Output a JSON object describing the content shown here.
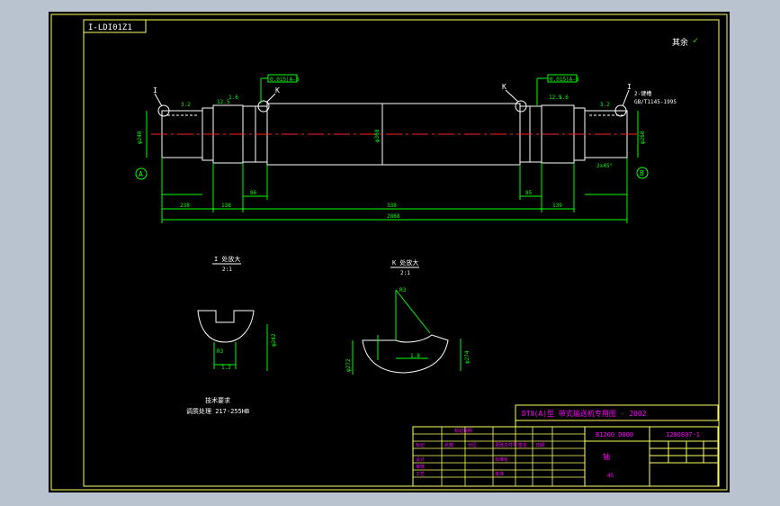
{
  "colors": {
    "frame_bg": "#b9c3d0",
    "paper": "#000000",
    "border": "#ffff66",
    "outline": "#ffffff",
    "dimension": "#00ff00",
    "text_cyan": "#00ffff",
    "text_magenta": "#ff00ff",
    "centerline": "#ff2020"
  },
  "header": {
    "drawing_code_box": "I-LDI01Z1",
    "top_right_note": "其余"
  },
  "shaft_view": {
    "datum_left": "A",
    "datum_right": "B",
    "detail_callout_left": "I",
    "detail_callout_right": "K",
    "detail_callout_mid_left": "K",
    "detail_callout_mid_right": "I",
    "tolerance_left": "0.015|A-B",
    "tolerance_right": "0.015|A-B",
    "keyway_note_1": "2-键槽",
    "keyway_note_2": "GB/T1145-1995",
    "dim_overall": "2868",
    "dim_span_center": "338",
    "dim_left_a": "238",
    "dim_left_b": "138",
    "dim_right_a": "139",
    "dim_left_small": "86",
    "dim_right_small": "85",
    "diam_center": "φ368",
    "diam_left_journal": "φ240",
    "diam_right_journal": "φ260",
    "roughness_1": "1.6",
    "roughness_2": "3.2",
    "roughness_3": "12.5",
    "chamfer": "2x45°"
  },
  "detail_i": {
    "title": "I 处放大",
    "scale": "2:1",
    "dim_a": "R3",
    "dim_b": "φ242",
    "dim_c": "1.2"
  },
  "detail_k": {
    "title": "K 处放大",
    "scale": "2:1",
    "dim_a": "R3",
    "dim_b": "φ272",
    "dim_c": "1.8",
    "dim_d": "φ274"
  },
  "tech_notes": {
    "heading": "技术要求",
    "line1": "调质处理 217-255HB"
  },
  "title_block": {
    "main_title": "DTⅡ(A)型   带式输送机专用图 - 2002",
    "model": "B1200  D800",
    "drawing_no": "1200807-1",
    "part_name": "轴",
    "material": "45"
  },
  "revision_table": {
    "header": "标记说明",
    "rows": [
      [
        "标记",
        "处数",
        "分区",
        "更改文件号",
        "签名",
        "日期"
      ],
      [
        "设计",
        "",
        "",
        "标准化",
        "",
        ""
      ],
      [
        "审核",
        "",
        "",
        "",
        "",
        ""
      ],
      [
        "工艺",
        "",
        "",
        "批准",
        "",
        ""
      ],
      [
        "",
        "",
        "",
        "",
        "",
        ""
      ]
    ]
  }
}
